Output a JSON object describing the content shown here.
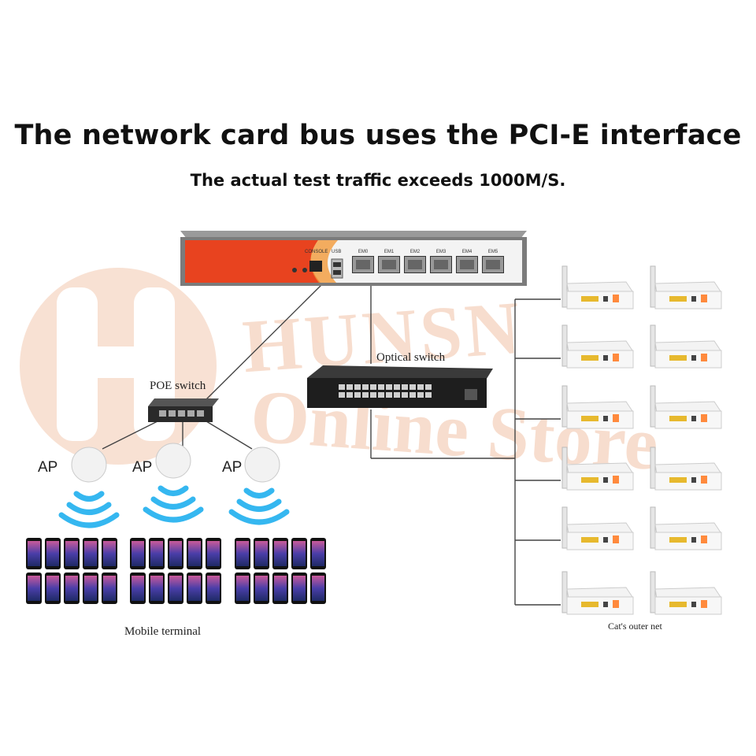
{
  "header": {
    "title": "The network card bus uses the PCI-E interface",
    "subtitle": "The actual test traffic exceeds 1000M/S."
  },
  "watermark": {
    "line1": "HUNSN",
    "line2": "Online Store",
    "color": "#f6d8c6"
  },
  "appliance": {
    "console_label": "CONSOLE",
    "usb_label": "USB",
    "ports": [
      "EM0",
      "EM1",
      "EM2",
      "EM3",
      "EM4",
      "EM5"
    ],
    "accent_color": "#e8431f"
  },
  "labels": {
    "poe_switch": "POE switch",
    "optical_switch": "Optical switch",
    "mobile_terminal": "Mobile terminal",
    "outer_net": "Cat's outer net"
  },
  "access_points": [
    {
      "label": "AP"
    },
    {
      "label": "AP"
    },
    {
      "label": "AP"
    }
  ],
  "colors": {
    "wifi": "#35b7f0",
    "line": "#444444"
  },
  "icons": [
    "wifi-icon",
    "access-point-icon",
    "smartphone-icon",
    "router-icon",
    "switch-icon"
  ]
}
